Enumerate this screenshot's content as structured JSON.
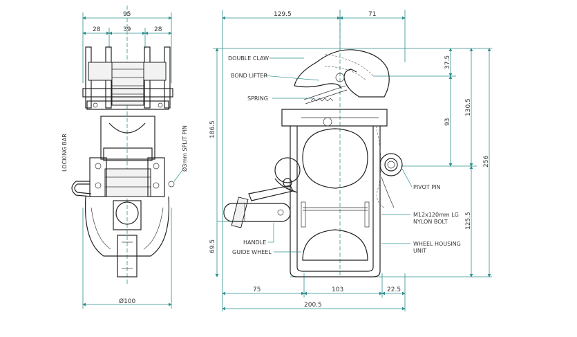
{
  "front_view": {
    "dims": {
      "overall_width": "95",
      "left_width": "28",
      "center_width": "39",
      "right_width": "28",
      "wheel_diameter": "Ø100"
    },
    "labels": {
      "locking_bar": "LOCKING BAR",
      "split_pin": "Ø3mm SPLIT PIN"
    }
  },
  "side_view": {
    "dims": {
      "top_left": "129.5",
      "top_right": "71",
      "claw_height": "37.5",
      "to_pivot": "93",
      "upper_height": "130.5",
      "overall_height": "256",
      "lower_height": "125.5",
      "left_height": "186.5",
      "handle_height": "69.5",
      "bottom_left": "75",
      "bottom_center": "103",
      "bottom_right": "22.5",
      "overall_length": "200.5"
    },
    "labels": {
      "double_claw": "DOUBLE CLAW",
      "bond_lifter": "BOND LIFTER",
      "spring": "SPRING",
      "handle": "HANDLE",
      "guide_wheel": "GUIDE WHEEL",
      "pivot_pin": "PIVOT PIN",
      "bolt_line1": "M12x120mm LG",
      "bolt_line2": "NYLON BOLT",
      "housing_line1": "WHEEL HOUSING",
      "housing_line2": "UNIT"
    }
  }
}
